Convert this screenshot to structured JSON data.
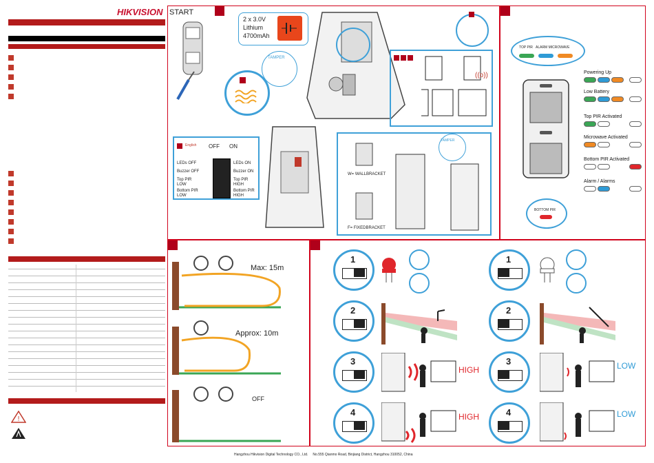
{
  "brand": "HIKVISION",
  "start_label": "START",
  "battery": {
    "line1": "2 x 3.0V",
    "line2": "Lithium",
    "line3": "4700mAh"
  },
  "tamper_label": "TAMPER",
  "dip_panel": {
    "language": "English",
    "off_label": "OFF",
    "on_label": "ON",
    "rows": [
      {
        "off": "LEDs OFF",
        "on": "LEDs ON"
      },
      {
        "off": "Buzzer OFF",
        "on": "Buzzer ON"
      },
      {
        "off": "Top PIR LOW",
        "on": "Top PIR HIGH"
      },
      {
        "off": "Bottom PIR LOW",
        "on": "Bottom PIR HIGH"
      }
    ]
  },
  "brackets": {
    "wall": "W= WALLBRACKET",
    "fixed": "F= FIXEDBRACKET"
  },
  "led_legend": {
    "top_pir": "TOP PIR",
    "microwave": "ALARM MICROWAVE",
    "bottom_pir": "BOTTOM PIR",
    "states": [
      "Powering Up",
      "Low Battery",
      "Top PIR Activated",
      "Microwave Activated",
      "Bottom PIR Activated",
      "Alarm / Alarms"
    ],
    "colors": {
      "green": "#3aa655",
      "blue": "#2f9bd6",
      "orange": "#f08a24",
      "red": "#e0262b"
    }
  },
  "range": {
    "max": "Max: 15m",
    "approx": "Approx: 10m",
    "off": "OFF"
  },
  "dip_tests": {
    "numbers": [
      "1",
      "2",
      "3",
      "4"
    ],
    "high": "HIGH",
    "low": "LOW"
  },
  "footer": "Hangzhou Hikvision Digital Technology CO., Ltd.     No.555 Qianmo Road, Binjiang District, Hangzhou 310052, China"
}
